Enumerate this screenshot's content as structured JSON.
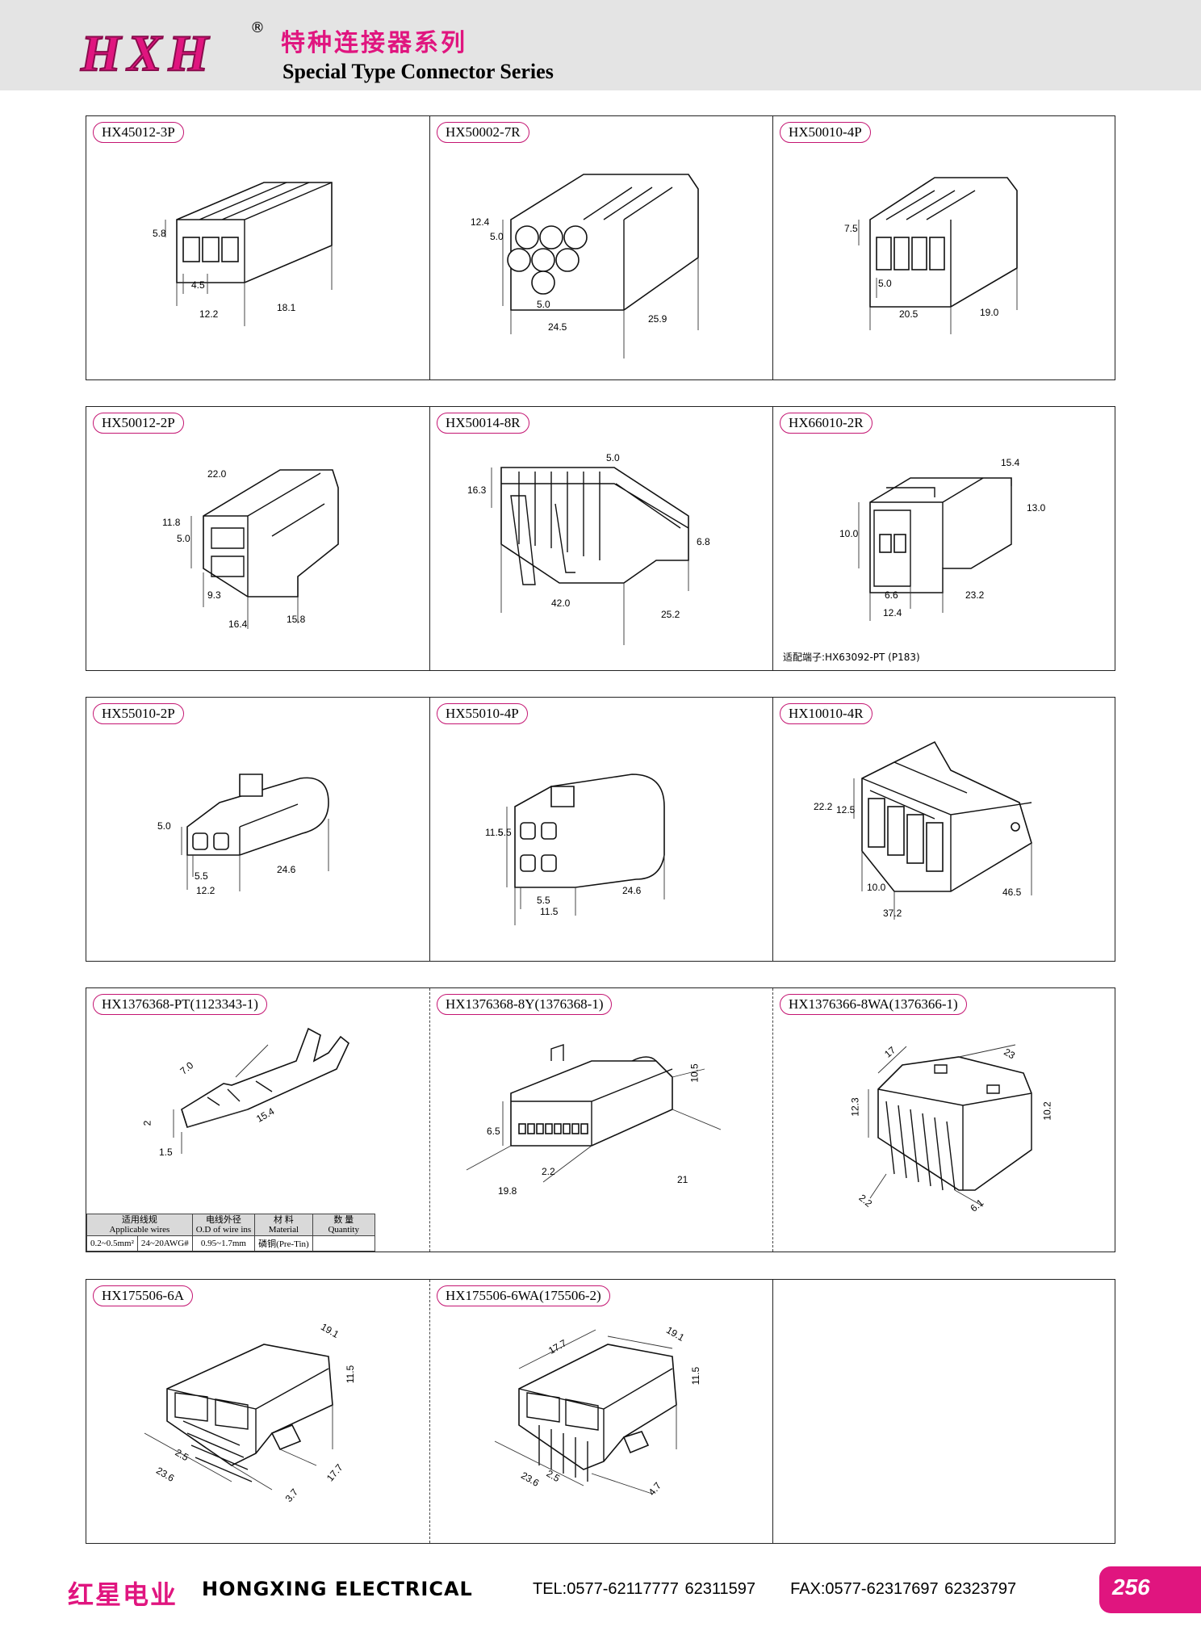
{
  "header": {
    "logo": "HXH",
    "registered": "®",
    "title_cn": "特种连接器系列",
    "title_en": "Special Type Connector Series"
  },
  "rows": [
    [
      {
        "label": "HX45012-3P",
        "dims": [
          "5.8",
          "4.5",
          "12.2",
          "18.1"
        ]
      },
      {
        "label": "HX50002-7R",
        "dims": [
          "12.4",
          "5.0",
          "5.0",
          "24.5",
          "25.9"
        ]
      },
      {
        "label": "HX50010-4P",
        "dims": [
          "7.5",
          "5.0",
          "20.5",
          "19.0"
        ]
      }
    ],
    [
      {
        "label": "HX50012-2P",
        "dims": [
          "22.0",
          "11.8",
          "5.0",
          "9.3",
          "16.4",
          "15.8"
        ]
      },
      {
        "label": "HX50014-8R",
        "dims": [
          "5.0",
          "16.3",
          "6.8",
          "42.0",
          "25.2"
        ]
      },
      {
        "label": "HX66010-2R",
        "dims": [
          "15.4",
          "13.0",
          "10.0",
          "6.6",
          "12.4",
          "23.2"
        ],
        "note": "适配端子:HX63092-PT (P183)"
      }
    ],
    [
      {
        "label": "HX55010-2P",
        "dims": [
          "5.0",
          "5.5",
          "12.2",
          "24.6"
        ]
      },
      {
        "label": "HX55010-4P",
        "dims": [
          "11.5",
          "5.5",
          "5.5",
          "11.5",
          "24.6"
        ]
      },
      {
        "label": "HX10010-4R",
        "dims": [
          "22.2",
          "12.5",
          "10.0",
          "37.2",
          "46.5"
        ]
      }
    ],
    [
      {
        "label": "HX1376368-PT(1123343-1)",
        "dims": [
          "7.0",
          "2",
          "15.4",
          "1.5"
        ]
      },
      {
        "label": "HX1376368-8Y(1376368-1)",
        "dims": [
          "10.5",
          "6.5",
          "2.2",
          "19.8",
          "21"
        ]
      },
      {
        "label": "HX1376366-8WA(1376366-1)",
        "dims": [
          "17",
          "23",
          "12.3",
          "10.2",
          "2.2",
          "6.1"
        ]
      }
    ],
    [
      {
        "label": "HX175506-6A",
        "dims": [
          "19.1",
          "11.5",
          "2.5",
          "23.6",
          "3.7",
          "17.7"
        ]
      },
      {
        "label": "HX175506-6WA(175506-2)",
        "dims": [
          "17.7",
          "19.1",
          "11.5",
          "23.6",
          "2.5",
          "4.7"
        ]
      },
      {
        "label": "",
        "dims": []
      }
    ]
  ],
  "spec_table": {
    "headers": [
      {
        "cn": "适用线规",
        "en": "Applicable wires"
      },
      {
        "cn": "电线外径",
        "en": "O.D of wire ins"
      },
      {
        "cn": "材 料",
        "en": "Material"
      },
      {
        "cn": "数 量",
        "en": "Quantity"
      }
    ],
    "row": [
      "0.2~0.5mm²",
      "24~20AWG#",
      "0.95~1.7mm",
      "磷铜(Pre-Tin)",
      ""
    ]
  },
  "footer": {
    "company_cn": "红星电业",
    "company_en": "HONGXING ELECTRICAL",
    "tel": "TEL:0577-62117777   62311597",
    "fax": "FAX:0577-62317697   62323797",
    "page": "256"
  }
}
